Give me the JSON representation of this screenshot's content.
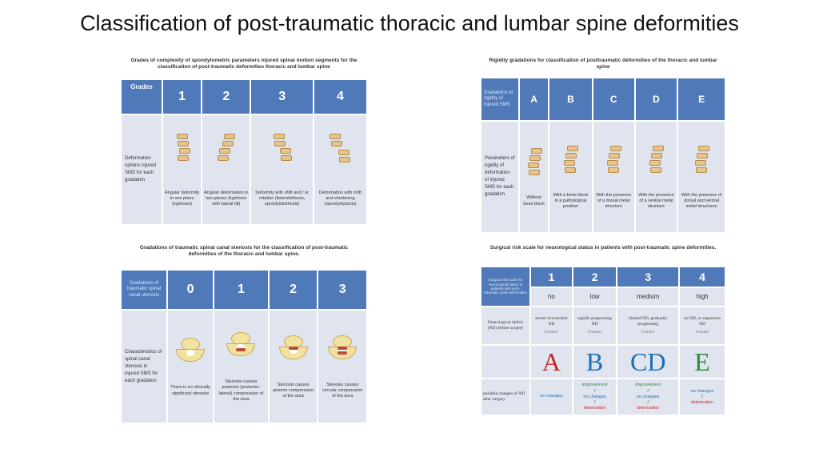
{
  "title": "Classification of post-traumatic thoracic and lumbar spine deformities",
  "panel1": {
    "caption": "Grades of complexity of spondylometric parameters injured spinal motion segments for the classification of post-traumatic deformities thoracic and lumbar spine",
    "header_label": "Grades",
    "grades": [
      "1",
      "2",
      "3",
      "4"
    ],
    "row_label": "Deformation options injured SMS for each gradation",
    "descriptions": [
      "Angular deformity in one plane (kyphosis)",
      "Angular deformation in two planes (kyphosis with lateral tilt)",
      "Deformity with shift and / or rotation (listerolisthesis, spondylolisthesis)",
      "Deformation with shift and shortening (spondyloptosis)"
    ]
  },
  "panel2": {
    "caption": "Rigidity gradations for classification of posttraumatic deformities of the thoracic and lumbar spine",
    "header_label": "Gradations of rigidity of injured SMS",
    "grades": [
      "A",
      "B",
      "C",
      "D",
      "E"
    ],
    "row_label": "Parameters of rigidity of deformation of injured SMS for each gradation",
    "descriptions": [
      "Without bone block",
      "With a bone block in a pathological position",
      "With the presence of a dorsal metal structure",
      "With the presence of a ventral metal structure",
      "With the presence of dorsal and ventral metal structures"
    ]
  },
  "panel3": {
    "caption": "Gradations of traumatic spinal canal stenosis for the classification of post-traumatic deformities of the thoracic and lumbar spine.",
    "header_label": "Gradations of traumatic spinal canal stenosis",
    "grades": [
      "0",
      "1",
      "2",
      "3"
    ],
    "row_label": "Characteristics of spinal canal stenosis in injured SMS for each gradation",
    "descriptions": [
      "There is no clinically significant stenosis",
      "Stenosis causes posterior (posterior-lateral) compression of the dura",
      "Stenosis causes anterior compression of the dura",
      "Stenosis causes circular compression of the dura"
    ]
  },
  "panel4": {
    "caption": "Surgical risk scale for neurological status in patients with post-traumatic spine deformities.",
    "header_label": "Surgical risk scale for neurological status in patients with post-traumatic spine deformities",
    "grades": [
      "1",
      "2",
      "3",
      "4"
    ],
    "levels": [
      "no",
      "low",
      "medium",
      "high"
    ],
    "row1_label": "Neurological deficit (ND) before surgery",
    "row1": [
      "severe irreversible ND",
      "rapidly progressing ND",
      "limited ND, gradually progressing",
      "no ND, or regressive ND"
    ],
    "frankel": "Frankel",
    "letters": [
      "A",
      "B",
      "CD",
      "E"
    ],
    "row2_label": "possible changes of ND after surgery",
    "improvement": "improvement",
    "no_changes": "no changes",
    "deterioration": "deterioration",
    "slash": "/"
  }
}
